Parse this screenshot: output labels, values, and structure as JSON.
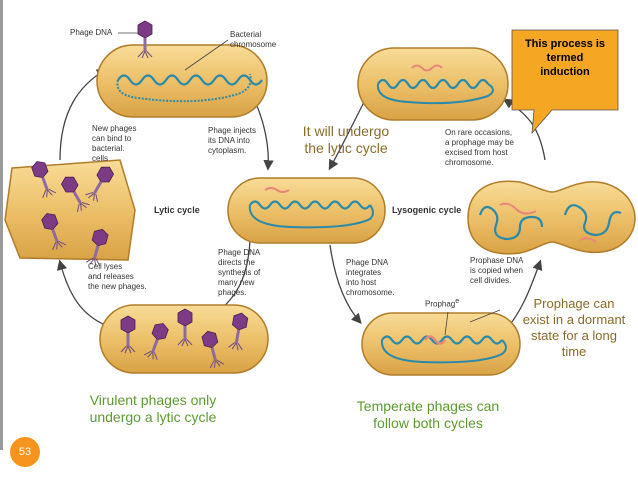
{
  "colors": {
    "cell_fill": "#e9bb5c",
    "cell_fill_light": "#f6d992",
    "cell_border": "#b07c2a",
    "chromosome": "#2b8aa8",
    "phage_dna": "#e8867a",
    "phage_head": "#7d3b85",
    "arrow": "#444444",
    "callout_fill": "#f5a623",
    "green_text": "#5c9a2f",
    "brown_text": "#8a6a2a",
    "slide_number_bg": "#f7941d"
  },
  "icons": [
    "bacteriophage-icon",
    "bacterial-cell-icon",
    "cycle-arrow-icon"
  ],
  "labels": {
    "phage_dna": "Phage DNA",
    "bacterial_chromosome": "Bacterial\nchromosome",
    "new_phages_bind": "New phages\ncan bind to\nbacterial.\ncells",
    "phage_injects": "Phage injects\nits DNA into\ncytoplasm.",
    "lytic_cycle": "Lytic cycle",
    "lysogenic_cycle": "Lysogenic cycle",
    "on_rare_occasions": "On rare occasions,\na prophage may be\nexcised from host\nchromosome.",
    "phage_dna_directs": "Phage DNA\ndirects the\nsynthesis of\nmany new\nphages.",
    "phage_dna_integrates": "Phage DNA\nintegrates\ninto host\nchromosome.",
    "prophase_dna_copied": "Prophase DNA\nis copied when\ncell divides.",
    "cell_lyses": "Cell lyses\nand releases\nthe new phages.",
    "prophage_marker": "Prophag",
    "prophage_marker_sup": "e"
  },
  "annotations": {
    "lytic_note": "It will undergo\nthe lytic cycle",
    "induction_callout": "This process is\ntermed\ninduction",
    "prophage_dormant": "Prophage can\nexist in a dormant\nstate for a long\ntime",
    "virulent_note": "Virulent phages only\nundergo a lytic cycle",
    "temperate_note": "Temperate phages can\nfollow both cycles"
  },
  "slide_number": "53"
}
